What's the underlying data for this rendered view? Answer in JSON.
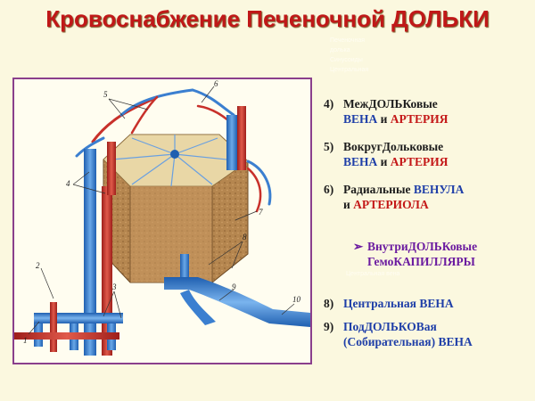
{
  "title": "Кровоснабжение Печеночной ДОЛЬКИ",
  "items": [
    {
      "num": "4)",
      "line1": "МежДОЛЬКовые",
      "blue": "ВЕНА",
      "conj": "и",
      "red": "АРТЕРИЯ"
    },
    {
      "num": "5)",
      "line1": "ВокругДольковые",
      "blue": "ВЕНА",
      "conj": "и",
      "red": "АРТЕРИЯ"
    },
    {
      "num": "6)",
      "line1_plain": "Радиальные",
      "line1_blue": "ВЕНУЛА",
      "conj": "и",
      "red": "АРТЕРИОЛА"
    },
    {
      "bullet": "➢",
      "line1": "ВнутриДОЛЬКовые",
      "line2": "ГемоКАПИЛЛЯРЫ"
    },
    {
      "num": "8)",
      "text": "Центральная ВЕНА"
    },
    {
      "num": "9)",
      "line1": "ПодДОЛЬКОВая",
      "line2_plain": "(Собирательная)",
      "line2_blue": "ВЕНА"
    }
  ],
  "figure_labels": [
    "1",
    "2",
    "3",
    "4",
    "5",
    "6",
    "7",
    "8",
    "9",
    "10"
  ],
  "colors": {
    "title": "#c01818",
    "vein": "#3b7fd0",
    "artery": "#c8302a",
    "border": "#8a3f8c"
  }
}
